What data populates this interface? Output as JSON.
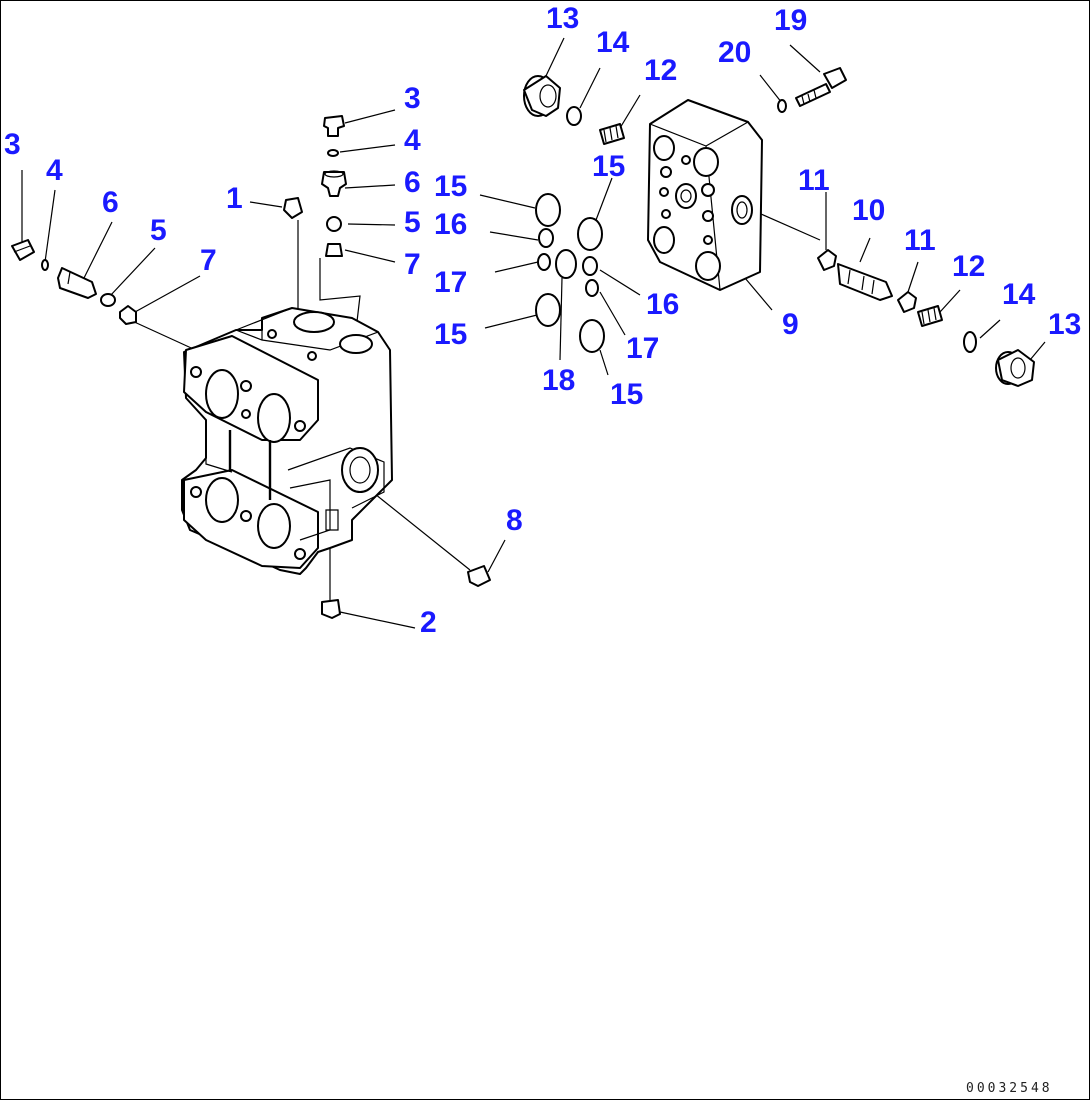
{
  "document": {
    "number": "00032548"
  },
  "callouts": [
    {
      "id": "c-3a",
      "text": "3"
    },
    {
      "id": "c-4a",
      "text": "4"
    },
    {
      "id": "c-6a",
      "text": "6"
    },
    {
      "id": "c-5a",
      "text": "5"
    },
    {
      "id": "c-7a",
      "text": "7"
    },
    {
      "id": "c-1",
      "text": "1"
    },
    {
      "id": "c-3b",
      "text": "3"
    },
    {
      "id": "c-4b",
      "text": "4"
    },
    {
      "id": "c-6b",
      "text": "6"
    },
    {
      "id": "c-5b",
      "text": "5"
    },
    {
      "id": "c-7b",
      "text": "7"
    },
    {
      "id": "c-8",
      "text": "8"
    },
    {
      "id": "c-2",
      "text": "2"
    },
    {
      "id": "c-13a",
      "text": "13"
    },
    {
      "id": "c-14a",
      "text": "14"
    },
    {
      "id": "c-12a",
      "text": "12"
    },
    {
      "id": "c-20",
      "text": "20"
    },
    {
      "id": "c-19",
      "text": "19"
    },
    {
      "id": "c-15a",
      "text": "15"
    },
    {
      "id": "c-16a",
      "text": "16"
    },
    {
      "id": "c-17a",
      "text": "17"
    },
    {
      "id": "c-15b",
      "text": "15"
    },
    {
      "id": "c-18",
      "text": "18"
    },
    {
      "id": "c-15c",
      "text": "15"
    },
    {
      "id": "c-16b",
      "text": "16"
    },
    {
      "id": "c-17b",
      "text": "17"
    },
    {
      "id": "c-15d",
      "text": "15"
    },
    {
      "id": "c-9",
      "text": "9"
    },
    {
      "id": "c-11a",
      "text": "11"
    },
    {
      "id": "c-10",
      "text": "10"
    },
    {
      "id": "c-11b",
      "text": "11"
    },
    {
      "id": "c-12b",
      "text": "12"
    },
    {
      "id": "c-14b",
      "text": "14"
    },
    {
      "id": "c-13b",
      "text": "13"
    }
  ],
  "colors": {
    "callout": "#1a1aff",
    "line": "#000000",
    "background": "#ffffff"
  }
}
